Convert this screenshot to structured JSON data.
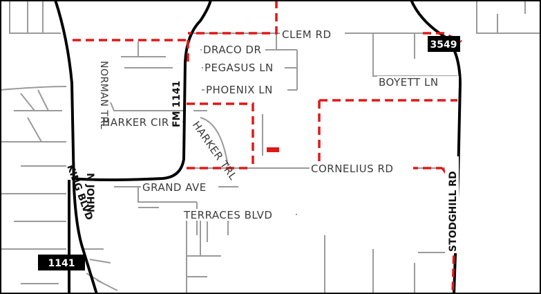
{
  "map": {
    "colors": {
      "background": "#ffffff",
      "minor_road": "#9a9a9a",
      "major_road": "#000000",
      "boundary": "#e01818",
      "shield_bg": "#000000",
      "shield_text": "#ffffff"
    },
    "streets": {
      "clem": "CLEM RD",
      "draco": "DRACO DR",
      "pegasus": "PEGASUS LN",
      "phoenix": "PHOENIX LN",
      "boyett": "BOYETT LN",
      "harker_cir": "HARKER CIR",
      "harker_trl": "HARKER TRL",
      "cornelius": "CORNELIUS RD",
      "grand": "GRAND AVE",
      "terraces": "TERRACES BLVD",
      "fm1141": "FM 1141",
      "norman": "NORMAN TRL",
      "john": "N JOHN",
      "king": "KING BLVD",
      "stodghill": "STODGHILL RD"
    },
    "shields": {
      "s3549": "3549",
      "s1141": "1141"
    }
  }
}
